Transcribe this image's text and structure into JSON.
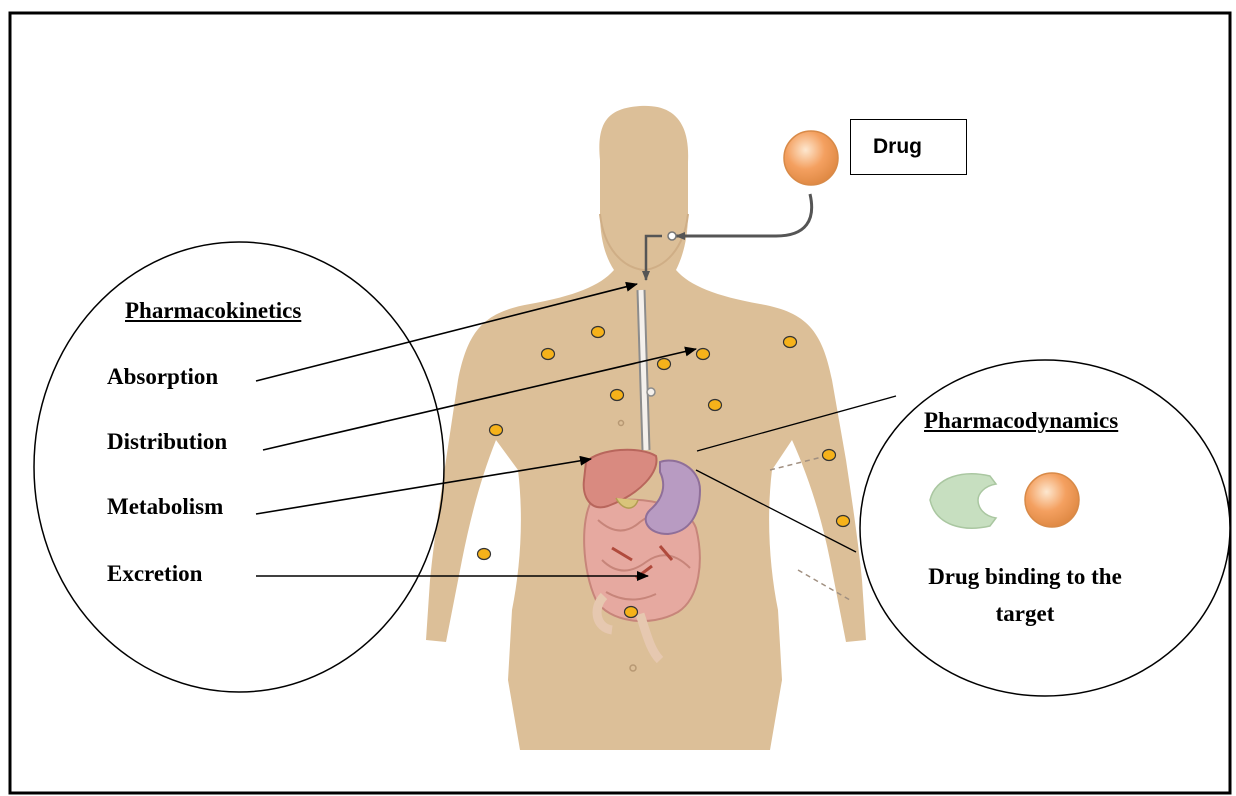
{
  "drug_label": "Drug",
  "pharmacokinetics": {
    "heading": "Pharmacokinetics",
    "steps": [
      "Absorption",
      "Distribution",
      "Metabolism",
      "Excretion"
    ]
  },
  "pharmacodynamics": {
    "heading": "Pharmacodynamics",
    "caption": "Drug binding to the target"
  },
  "colors": {
    "skin": "#dcbf98",
    "drug_ball": "#f4a060",
    "drug_dot": "#f6b21a",
    "liver": "#d98a80",
    "intestine": "#e6a9a0",
    "stomach": "#b89bc2",
    "receptor": "#c7dfc0"
  }
}
